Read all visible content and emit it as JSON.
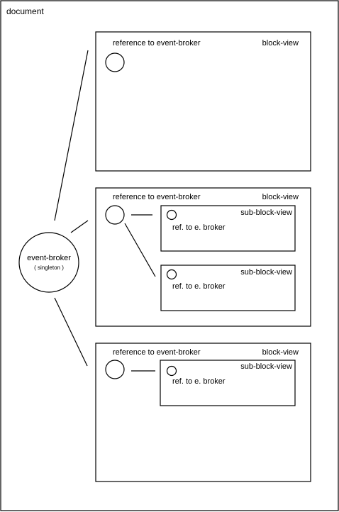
{
  "document_label": "document",
  "broker": {
    "title": "event-broker",
    "subtitle": "( singleton )"
  },
  "blocks": [
    {
      "ref_label": "reference to event-broker",
      "view_label": "block-view",
      "sub_blocks": []
    },
    {
      "ref_label": "reference to event-broker",
      "view_label": "block-view",
      "sub_blocks": [
        {
          "view_label": "sub-block-view",
          "ref_label": "ref. to e. broker"
        },
        {
          "view_label": "sub-block-view",
          "ref_label": "ref. to e. broker"
        }
      ]
    },
    {
      "ref_label": "reference to event-broker",
      "view_label": "block-view",
      "sub_blocks": [
        {
          "view_label": "sub-block-view",
          "ref_label": "ref. to e. broker"
        }
      ]
    }
  ]
}
